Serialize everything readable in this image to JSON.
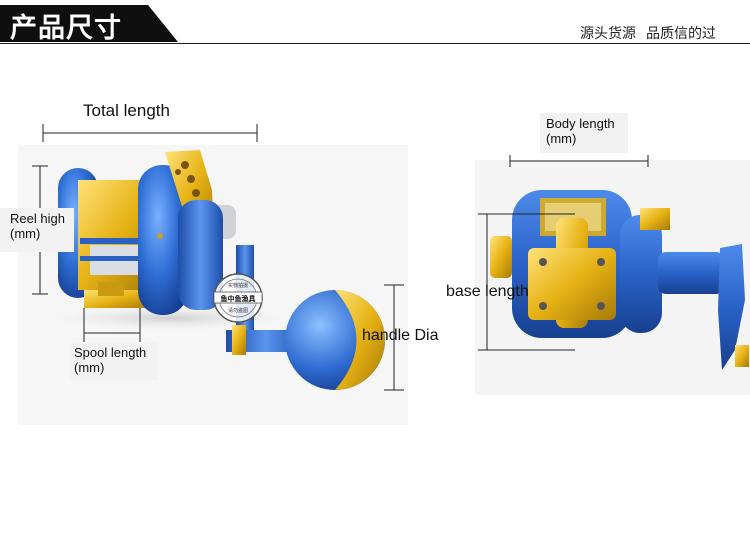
{
  "header": {
    "title": "产品尺寸",
    "slogan_part1": "源头货源",
    "slogan_part2": "品质信的过"
  },
  "colors": {
    "header_dark": "#0f0f0f",
    "reel_blue": "#2f6fd6",
    "reel_gold": "#e6b214",
    "dimension_line": "#222222"
  },
  "labels": {
    "total_length": "Total length",
    "reel_high_line1": "Reel high",
    "reel_high_line2": "(mm)",
    "spool_length_line1": "Spool length",
    "spool_length_line2": "(mm)",
    "handle_dia": "handle Dia",
    "body_length_line1": "Body length",
    "body_length_line2": "(mm)",
    "base_length": "base length"
  },
  "watermark": {
    "top_text": "实物拍摄",
    "center_text": "鱼中鱼渔具",
    "bottom_text": "请勿盗图"
  }
}
